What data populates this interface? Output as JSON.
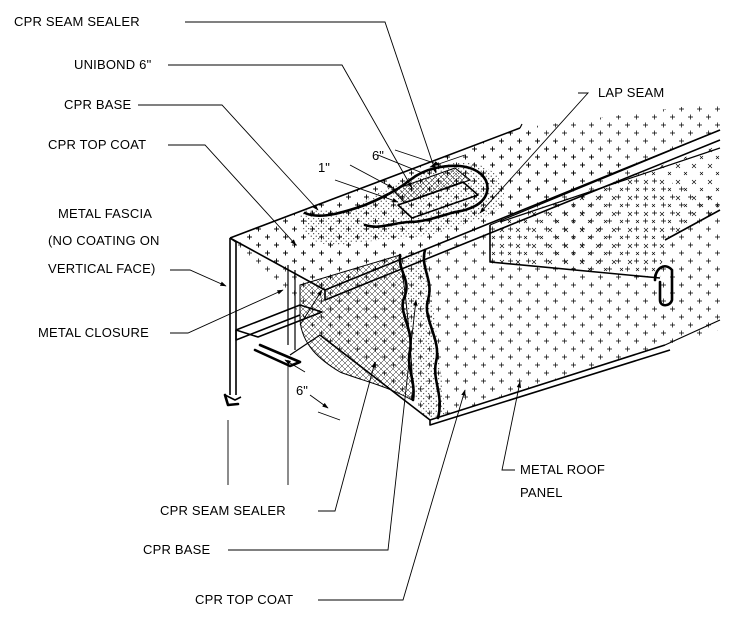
{
  "labels": {
    "seam_sealer_top": "CPR SEAM SEALER",
    "unibond": "UNIBOND 6\"",
    "base_top": "CPR BASE",
    "top_coat_top": "CPR TOP COAT",
    "lap_seam": "LAP SEAM",
    "fascia_line1": "METAL FASCIA",
    "fascia_line2": "(NO COATING ON",
    "fascia_line3": "VERTICAL FACE)",
    "closure": "METAL CLOSURE",
    "roof_panel_line1": "METAL ROOF",
    "roof_panel_line2": "PANEL",
    "seam_sealer_bottom": "CPR SEAM SEALER",
    "base_bottom": "CPR BASE",
    "top_coat_bottom": "CPR TOP COAT"
  },
  "dimensions": {
    "one_inch": "1\"",
    "six_inch_top": "6\"",
    "six_inch_side": "6\""
  }
}
